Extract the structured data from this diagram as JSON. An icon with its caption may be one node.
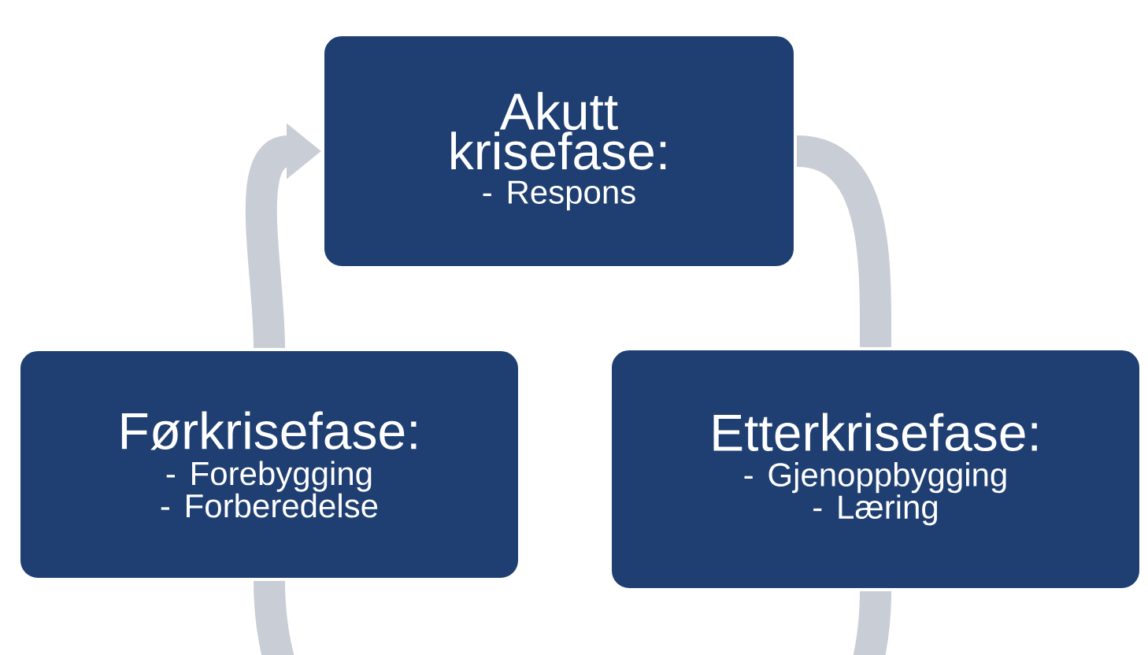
{
  "diagram": {
    "nodes": [
      {
        "text": [
          "Akutt krisefase:",
          "- Respons"
        ]
      },
      {
        "text": [
          "Førkrisefase:",
          "- Forebygging",
          "- Forberedelse"
        ]
      },
      {
        "text": [
          "Etterkrisefase:",
          "- Gjenoppbygging",
          "- Læring"
        ]
      }
    ],
    "edges": [
      {
        "from": 1,
        "to": 0,
        "arrow": "to"
      },
      {
        "from": 0,
        "to": 2,
        "arrow": "none"
      },
      {
        "from": 2,
        "to": 1,
        "arrow": "none"
      }
    ]
  }
}
